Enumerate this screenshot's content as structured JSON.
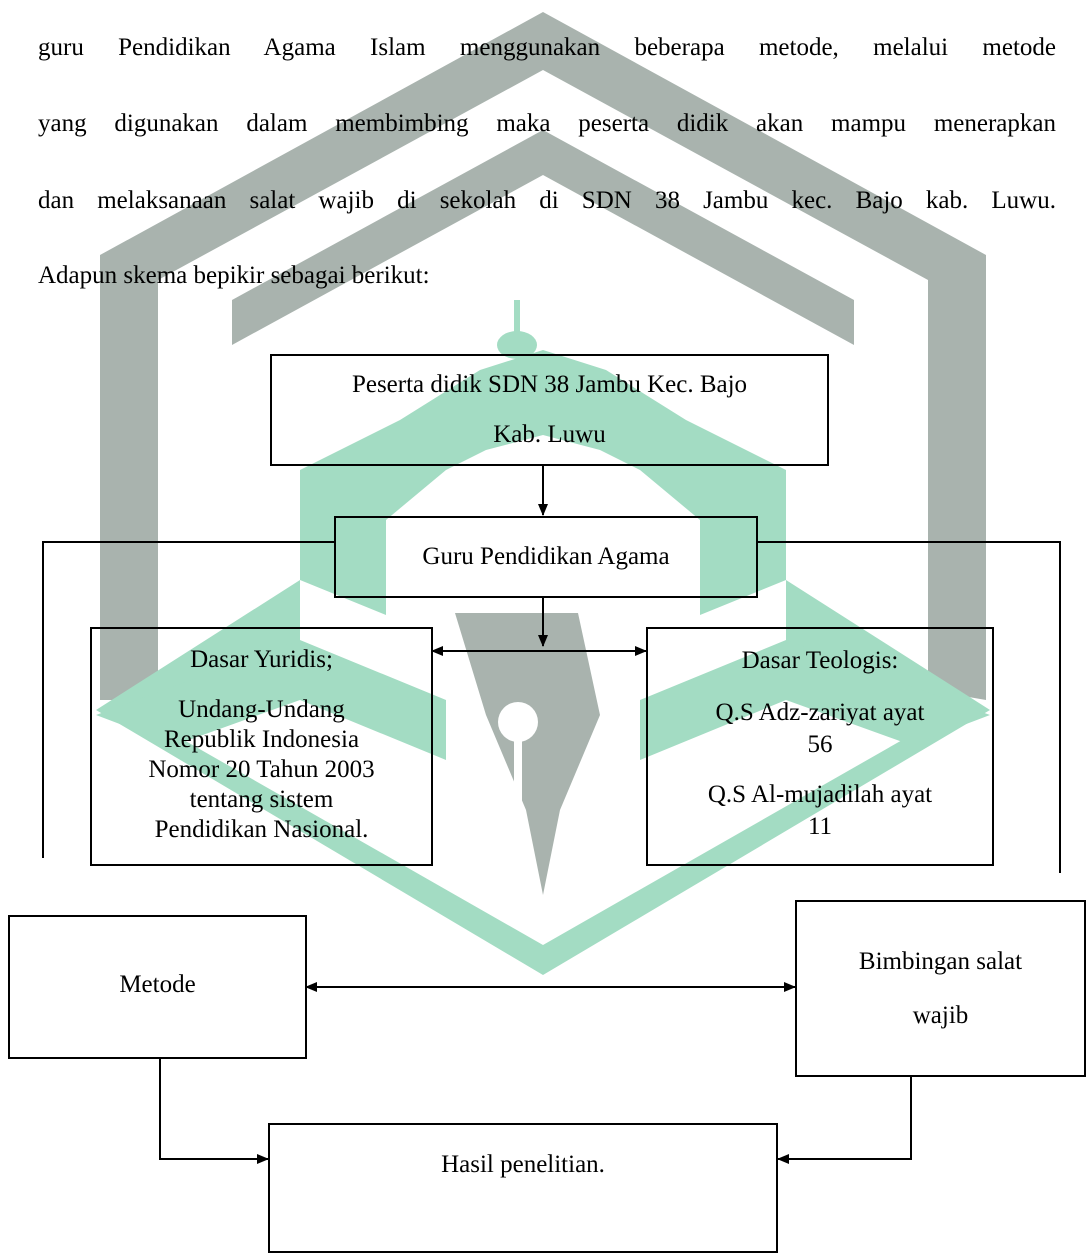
{
  "paragraph": [
    "guru Pendidikan Agama Islam menggunakan beberapa metode, melalui metode",
    "yang digunakan dalam membimbing maka peserta didik akan mampu menerapkan",
    "dan  melaksanaan salat wajib di sekolah di SDN 38 Jambu kec. Bajo kab. Luwu.",
    "Adapun skema bepikir sebagai berikut:"
  ],
  "diagram": {
    "peserta": [
      "Peserta didik SDN 38 Jambu Kec. Bajo",
      "Kab. Luwu"
    ],
    "guru": "Guru Pendidikan Agama",
    "yuridis": {
      "title": "Dasar Yuridis;",
      "lines": [
        "Undang-Undang",
        "Republik Indonesia",
        "Nomor 20 Tahun 2003",
        "tentang sistem",
        "Pendidikan Nasional."
      ]
    },
    "teologis": {
      "title": "Dasar Teologis:",
      "item1": [
        "Q.S Adz-zariyat ayat",
        "56"
      ],
      "item2": [
        "Q.S Al-mujadilah ayat",
        "11"
      ]
    },
    "metode": "Metode",
    "bimbingan": [
      "Bimbingan salat",
      "wajib"
    ],
    "hasil": "Hasil penelitian."
  },
  "colors": {
    "watermark_gray": "#a9b3ae",
    "watermark_green": "#a3dcc3",
    "line": "#000000"
  }
}
